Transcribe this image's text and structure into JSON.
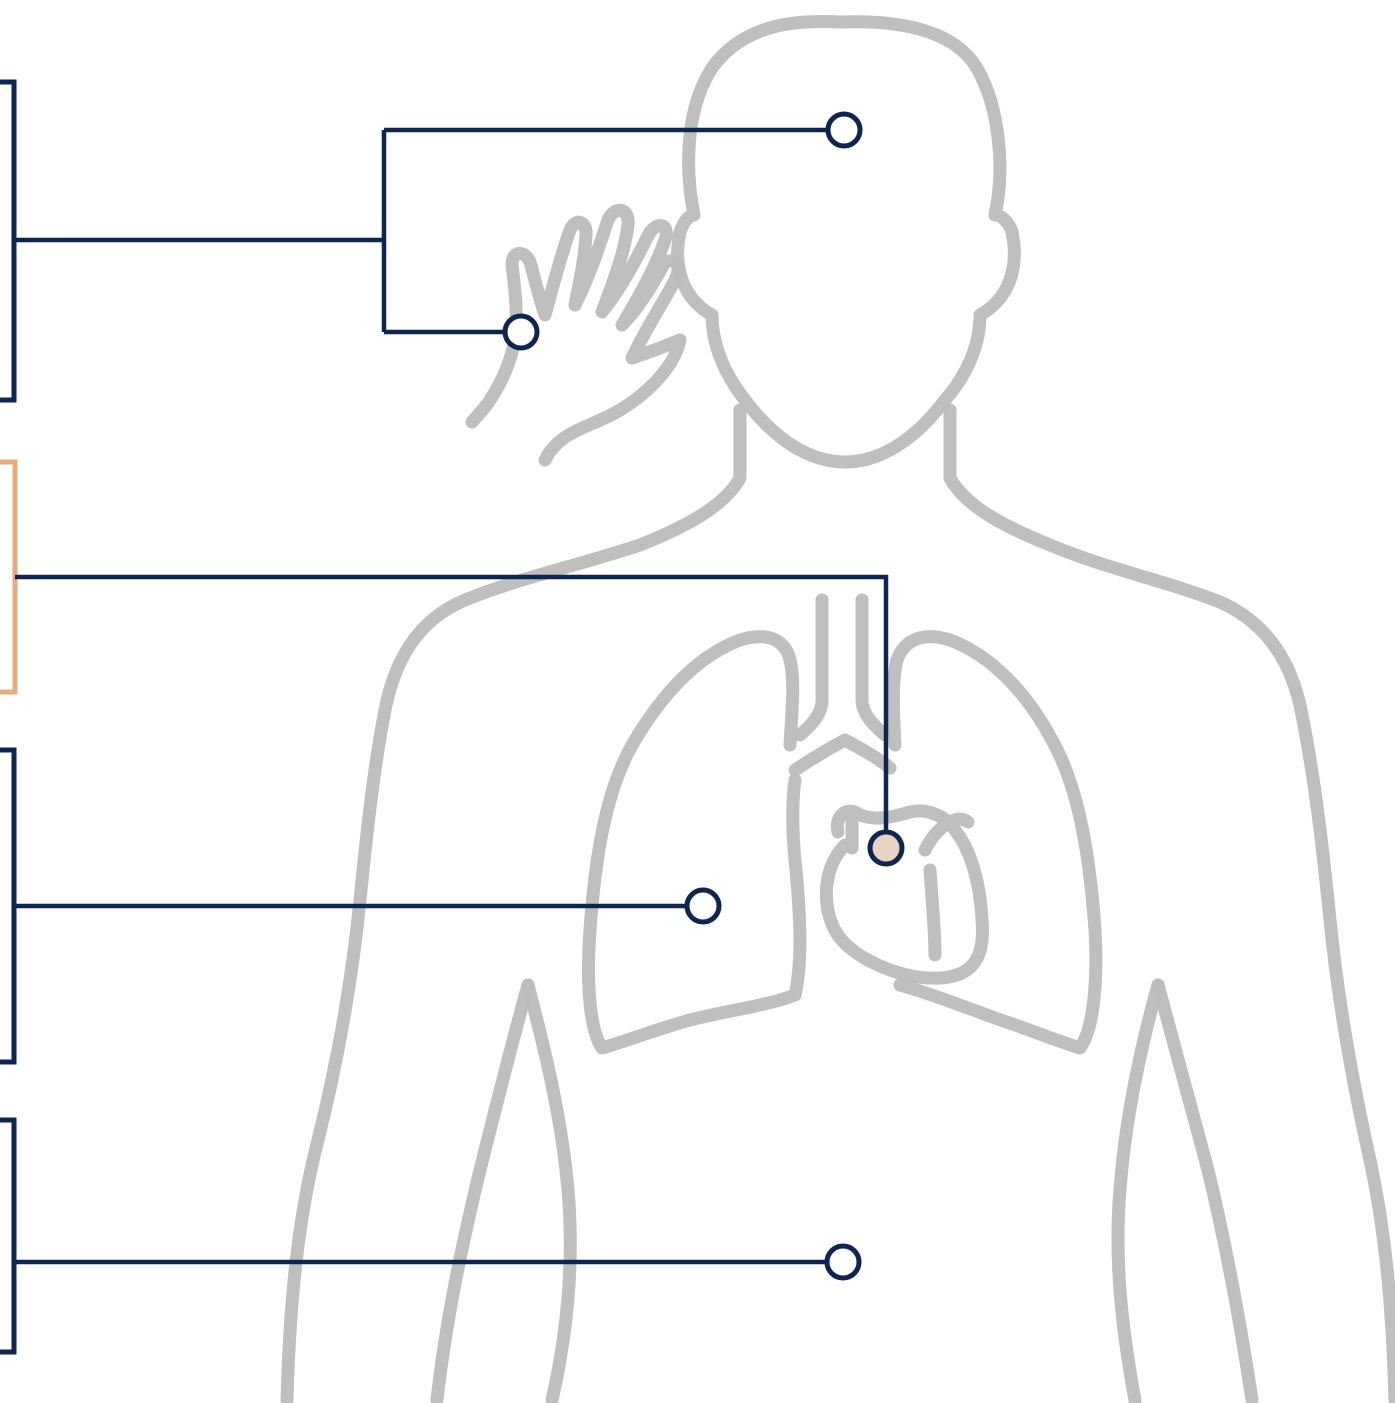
{
  "colors": {
    "background": "#ffffff",
    "outline": "#bcbcbc",
    "connector": "#0f2550",
    "highlight": "#e6ac80",
    "marker_fill": "#ffffff",
    "heart_marker_fill": "#e9d3c3"
  },
  "illustration": {
    "subject": "human-silhouette",
    "organs": [
      "head",
      "raised-hand",
      "lungs",
      "trachea",
      "heart",
      "torso"
    ]
  },
  "callouts": [
    {
      "id": "head-and-hand",
      "targets": [
        "head",
        "hand"
      ],
      "highlighted": false
    },
    {
      "id": "heart",
      "targets": [
        "heart"
      ],
      "highlighted": true
    },
    {
      "id": "lungs",
      "targets": [
        "lungs"
      ],
      "highlighted": false
    },
    {
      "id": "abdomen",
      "targets": [
        "abdomen"
      ],
      "highlighted": false
    }
  ]
}
